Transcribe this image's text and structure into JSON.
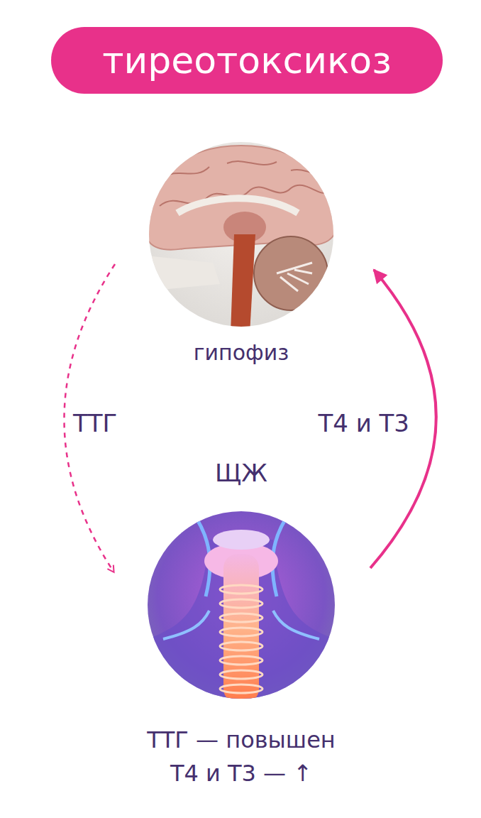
{
  "diagram": {
    "title": "тиреотоксикоз",
    "nodes": [
      {
        "text": [
          "гипофиз"
        ]
      },
      {
        "text": [
          "ЩЖ",
          "ТТГ — повышен",
          "Т4 и Т3 — ↑"
        ]
      }
    ],
    "edges": [
      {
        "from": 0,
        "to": 1,
        "arrow": "to",
        "label": "ТТГ"
      },
      {
        "from": 1,
        "to": 0,
        "arrow": "to",
        "label": "Т4 и Т3"
      }
    ]
  }
}
